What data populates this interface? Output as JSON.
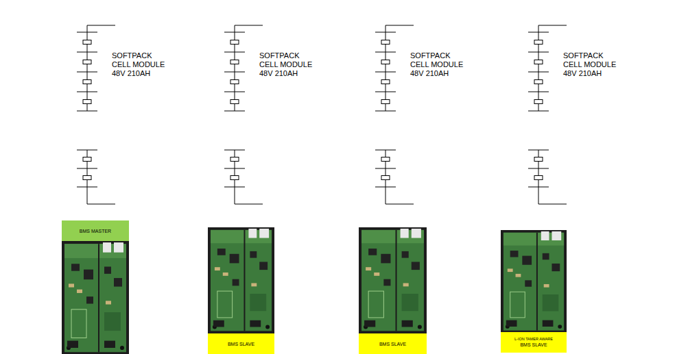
{
  "diagram": {
    "nodes": [
      {
        "text": [
          "BMS MASTER"
        ]
      },
      {
        "text": [
          "BMS SLAVE"
        ]
      },
      {
        "text": [
          "BMS SLAVE"
        ]
      },
      {
        "text": [
          "L-ION TAMER AWARE",
          "BMS SLAVE"
        ]
      }
    ],
    "labels": [
      "SOFTPACK CELL MODULE 48V 210AH",
      "SOFTPACK CELL MODULE 48V 210AH",
      "SOFTPACK CELL MODULE 48V 210AH",
      "SOFTPACK CELL MODULE 48V 210AH"
    ]
  }
}
